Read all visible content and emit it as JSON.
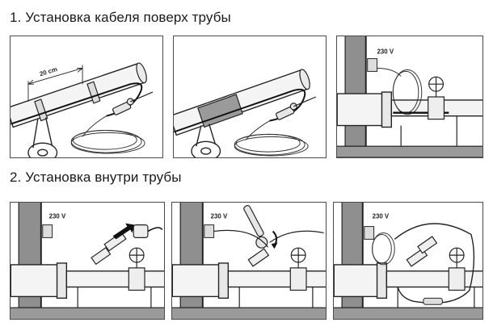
{
  "headings": {
    "row1": "1. Установка кабеля поверх трубы",
    "row2": "2. Установка внутри трубы"
  },
  "labels": {
    "spacing": "20 cm",
    "voltage": "230 V"
  },
  "icons": {
    "socket": "wall-socket-icon",
    "valve": "valve-icon",
    "arrow": "insert-arrow-icon",
    "wrench": "wrench-icon"
  },
  "colors": {
    "line": "#222222",
    "wall": "#8f8f8f",
    "pipe_fill": "#f4f4f4",
    "ground": "#9a9a9a"
  }
}
